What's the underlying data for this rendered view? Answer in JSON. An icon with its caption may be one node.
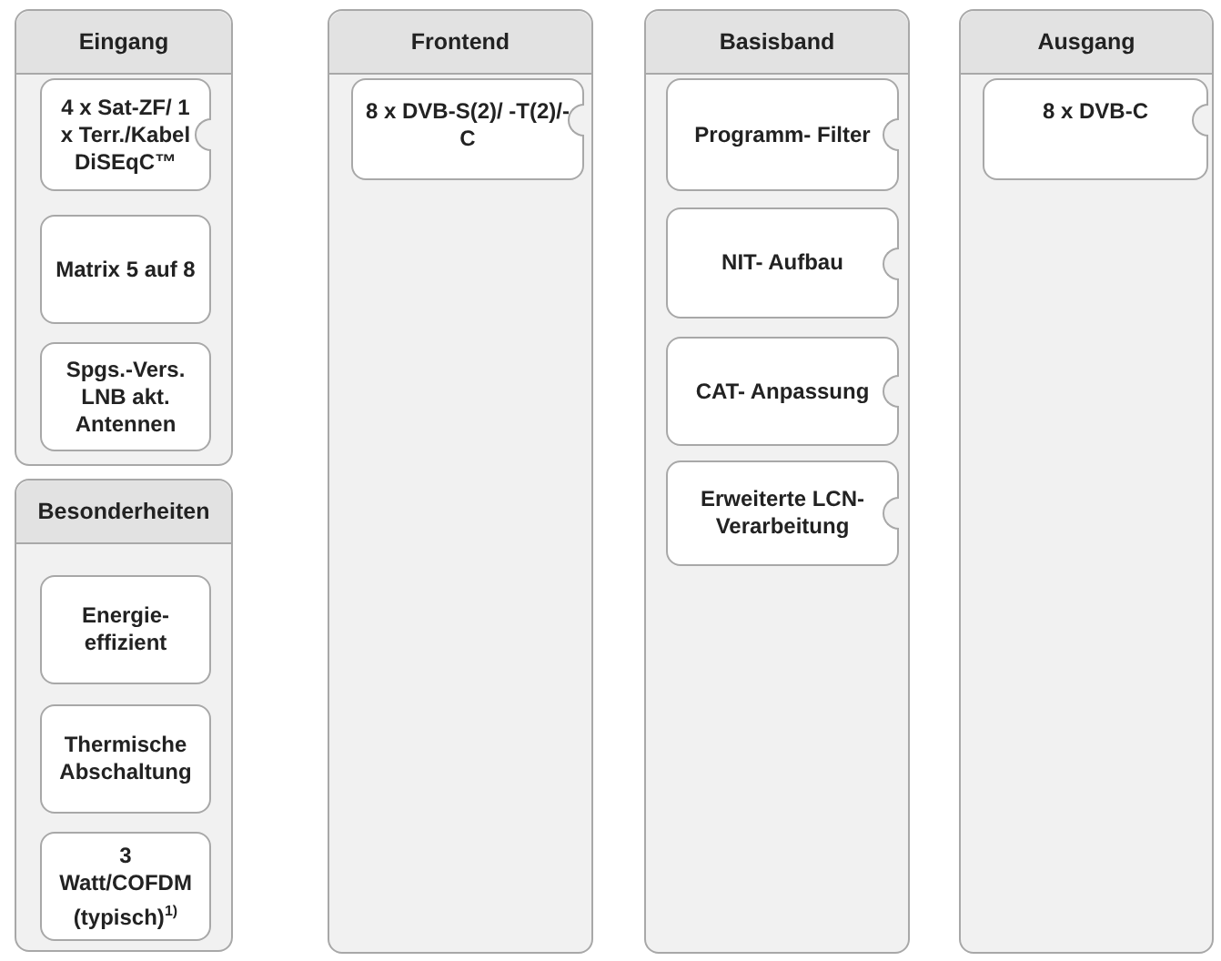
{
  "diagram": {
    "nodes": [
      {
        "text": [
          "Eingang"
        ]
      },
      {
        "text": [
          "4 x Sat-ZF/ 1 x Terr./Kabel DiSEqC™"
        ],
        "in": 0
      },
      {
        "text": [
          "Matrix 5 auf 8"
        ],
        "in": 0
      },
      {
        "text": [
          "Spgs.-Vers. LNB akt. Antennen"
        ],
        "in": 0
      },
      {
        "text": [
          "Besonderheiten"
        ]
      },
      {
        "text": [
          "Energie- effizient"
        ],
        "in": 4
      },
      {
        "text": [
          "Thermische Abschaltung"
        ],
        "in": 4
      },
      {
        "text": [
          "3 Watt/COFDM (typisch)$^{1)}$"
        ],
        "in": 4
      },
      {
        "text": [
          "Frontend"
        ]
      },
      {
        "text": [
          "8 x DVB-S(2)/ -T(2)/-C"
        ],
        "in": 8
      },
      {
        "text": [
          "Basisband"
        ]
      },
      {
        "text": [
          "Programm- Filter"
        ],
        "in": 10
      },
      {
        "text": [
          "NIT- Aufbau"
        ],
        "in": 10
      },
      {
        "text": [
          "CAT- Anpassung"
        ],
        "in": 10
      },
      {
        "text": [
          "Erweiterte LCN- Verarbeitung"
        ],
        "in": 10
      },
      {
        "text": [
          "Ausgang"
        ]
      },
      {
        "text": [
          "8 x DVB-C"
        ],
        "in": 15
      }
    ]
  }
}
